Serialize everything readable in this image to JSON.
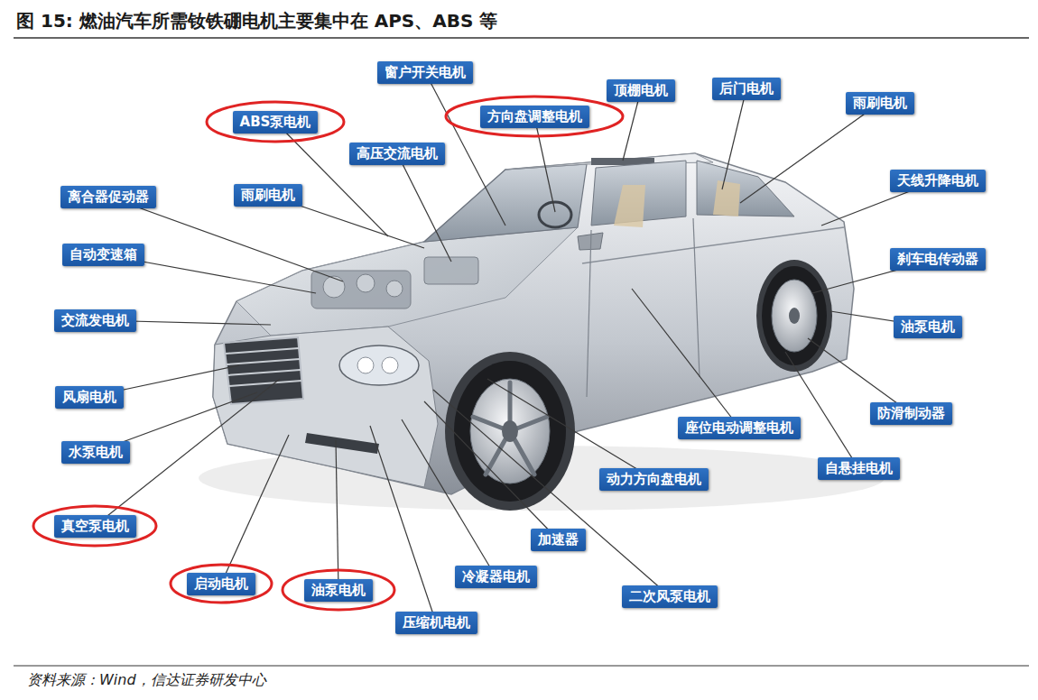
{
  "diagram": {
    "title": "图 15: 燃油汽车所需钕铁硼电机主要集中在 APS、ABS 等",
    "caption": "资料来源：Wind，信达证券研发中心",
    "nodes": [
      {
        "text": [
          "ABS泵电机"
        ]
      },
      {
        "text": [
          "窗户开关电机"
        ]
      },
      {
        "text": [
          "方向盘调整电机"
        ]
      },
      {
        "text": [
          "顶棚电机"
        ]
      },
      {
        "text": [
          "后门电机"
        ]
      },
      {
        "text": [
          "雨刷电机"
        ]
      },
      {
        "text": [
          "高压交流电机"
        ]
      },
      {
        "text": [
          "离合器促动器"
        ]
      },
      {
        "text": [
          "雨刷电机"
        ]
      },
      {
        "text": [
          "天线升降电机"
        ]
      },
      {
        "text": [
          "自动变速箱"
        ]
      },
      {
        "text": [
          "刹车电传动器"
        ]
      },
      {
        "text": [
          "交流发电机"
        ]
      },
      {
        "text": [
          "油泵电机"
        ]
      },
      {
        "text": [
          "风扇电机"
        ]
      },
      {
        "text": [
          "防滑制动器"
        ]
      },
      {
        "text": [
          "座位电动调整电机"
        ]
      },
      {
        "text": [
          "水泵电机"
        ]
      },
      {
        "text": [
          "自悬挂电机"
        ]
      },
      {
        "text": [
          "动力方向盘电机"
        ]
      },
      {
        "text": [
          "真空泵电机"
        ]
      },
      {
        "text": [
          "加速器"
        ]
      },
      {
        "text": [
          "冷凝器电机"
        ]
      },
      {
        "text": [
          "启动电机"
        ]
      },
      {
        "text": [
          "油泵电机"
        ]
      },
      {
        "text": [
          "二次风泵电机"
        ]
      },
      {
        "text": [
          "压缩机电机"
        ]
      }
    ]
  }
}
